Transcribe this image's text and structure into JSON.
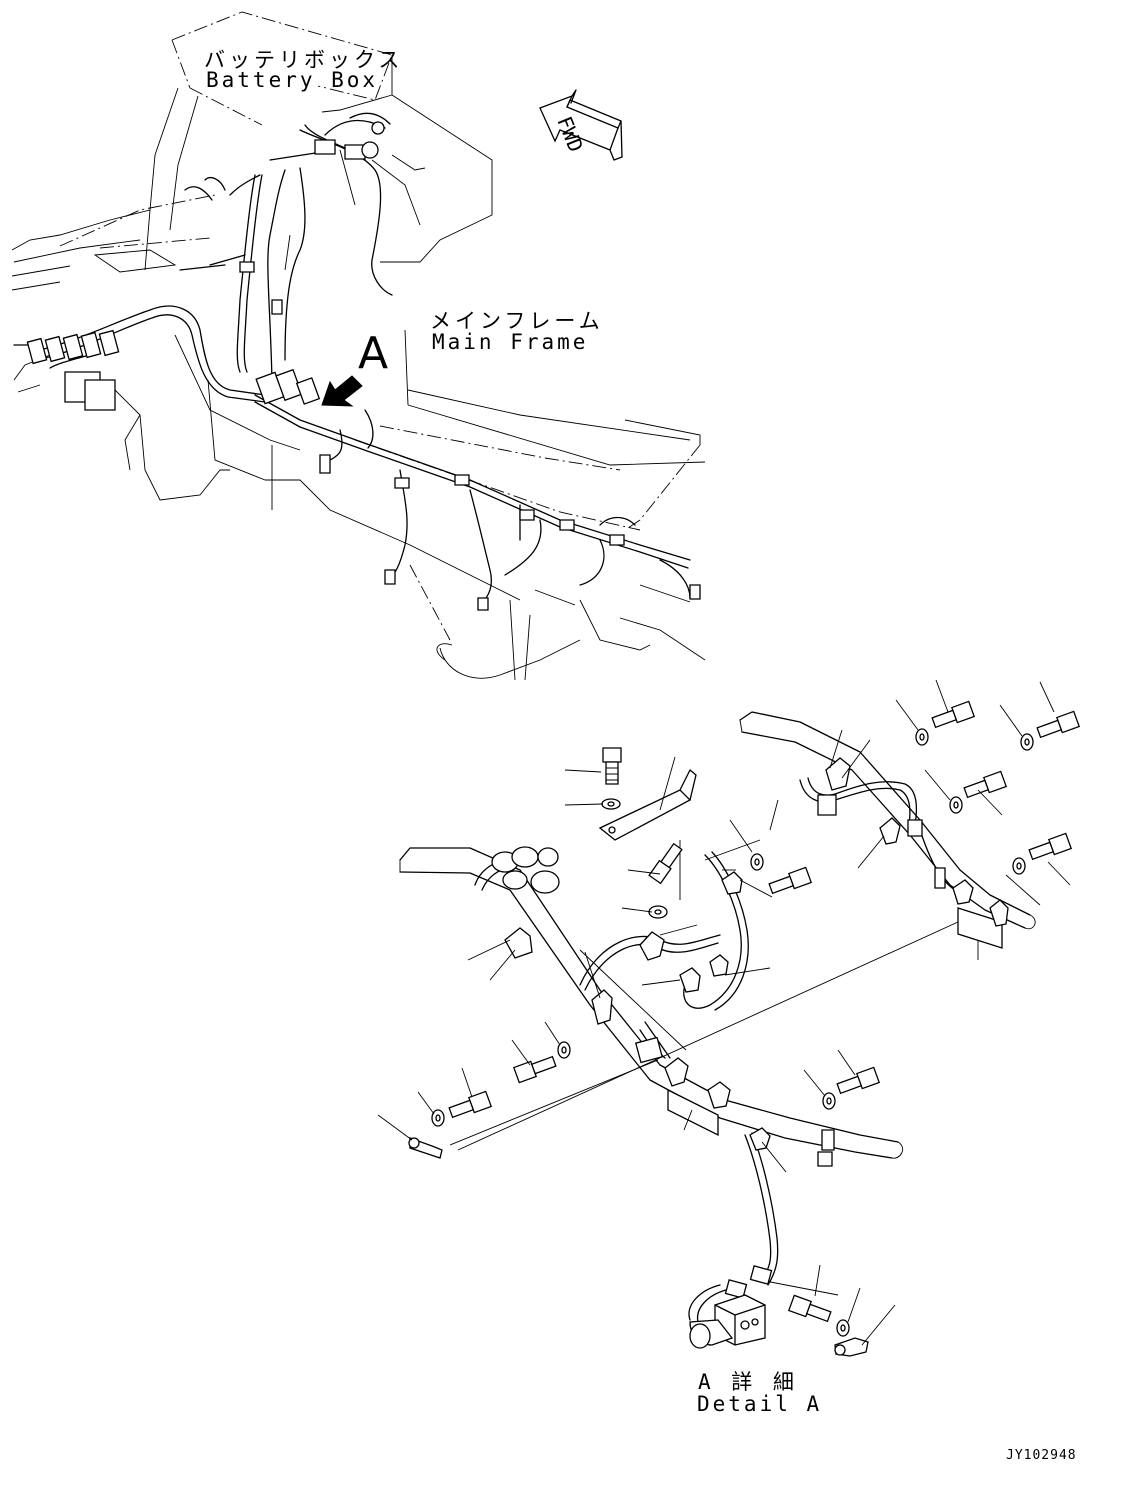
{
  "labels": {
    "battery_box_jp": "バッテリボックス",
    "battery_box_en": "Battery Box",
    "main_frame_jp": "メインフレーム",
    "main_frame_en": "Main Frame",
    "view_marker": "A",
    "fwd": "FWD",
    "detail_jp": "A 詳 細",
    "detail_en": "Detail A",
    "drawing_code": "JY102948"
  },
  "colors": {
    "line": "#000000",
    "background": "#ffffff"
  },
  "icons": [
    "fwd-arrow-icon",
    "view-arrow-icon",
    "bolt-icon",
    "washer-icon",
    "clamp-icon",
    "terminal-icon"
  ]
}
